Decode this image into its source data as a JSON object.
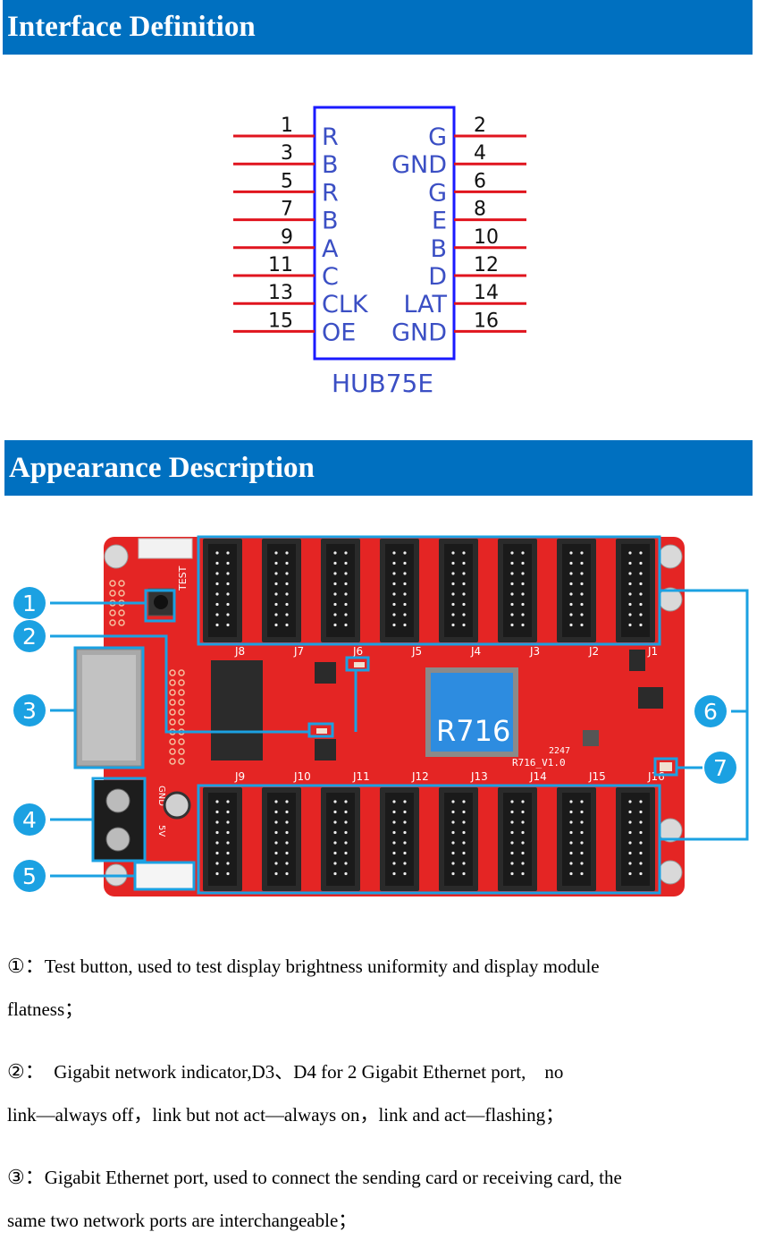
{
  "sections": {
    "interface": {
      "title": "Interface Definition"
    },
    "appearance": {
      "title": "Appearance Description"
    }
  },
  "pinout": {
    "connector_name": "HUB75E",
    "left_pins": [
      {
        "number": "1",
        "signal": "R"
      },
      {
        "number": "3",
        "signal": "B"
      },
      {
        "number": "5",
        "signal": "R"
      },
      {
        "number": "7",
        "signal": "B"
      },
      {
        "number": "9",
        "signal": "A"
      },
      {
        "number": "11",
        "signal": "C"
      },
      {
        "number": "13",
        "signal": "CLK"
      },
      {
        "number": "15",
        "signal": "OE"
      }
    ],
    "right_pins": [
      {
        "number": "2",
        "signal": "G"
      },
      {
        "number": "4",
        "signal": "GND"
      },
      {
        "number": "6",
        "signal": "G"
      },
      {
        "number": "8",
        "signal": "E"
      },
      {
        "number": "10",
        "signal": "B"
      },
      {
        "number": "12",
        "signal": "D"
      },
      {
        "number": "14",
        "signal": "LAT"
      },
      {
        "number": "16",
        "signal": "GND"
      }
    ],
    "colors": {
      "box": "#1a1aff",
      "label": "#3b4fc4",
      "pin_line": "#e0141e",
      "number": "#111111"
    }
  },
  "board": {
    "chip_label": "R716",
    "version_label": "R716_V1.0",
    "date_code": "2247",
    "test_label": "TEST",
    "gnd_label": "GND",
    "v5_label": "5V",
    "top_connectors": [
      "J8",
      "J7",
      "J6",
      "J5",
      "J4",
      "J3",
      "J2",
      "J1"
    ],
    "bottom_connectors": [
      "J9",
      "J10",
      "J11",
      "J12",
      "J13",
      "J14",
      "J15",
      "J16"
    ],
    "callouts": [
      "1",
      "2",
      "3",
      "4",
      "5",
      "6",
      "7"
    ],
    "colors": {
      "pcb": "#e42524",
      "callout": "#1ba1e2",
      "chip": "#2d8ce0",
      "connector": "#2a2a2a"
    }
  },
  "descriptions": [
    {
      "marker": "①：",
      "line1": "Test button, used to test display brightness uniformity and display module",
      "line2": "flatness；"
    },
    {
      "marker": "②：",
      "line1": "  Gigabit network indicator,D3、D4 for 2 Gigabit Ethernet port,    no",
      "line2": "link—always off，link but not act—always on，link and act—flashing；"
    },
    {
      "marker": "③：",
      "line1": "Gigabit Ethernet port, used to connect the sending card or receiving card, the",
      "line2": "same two network ports are interchangeable；"
    }
  ]
}
